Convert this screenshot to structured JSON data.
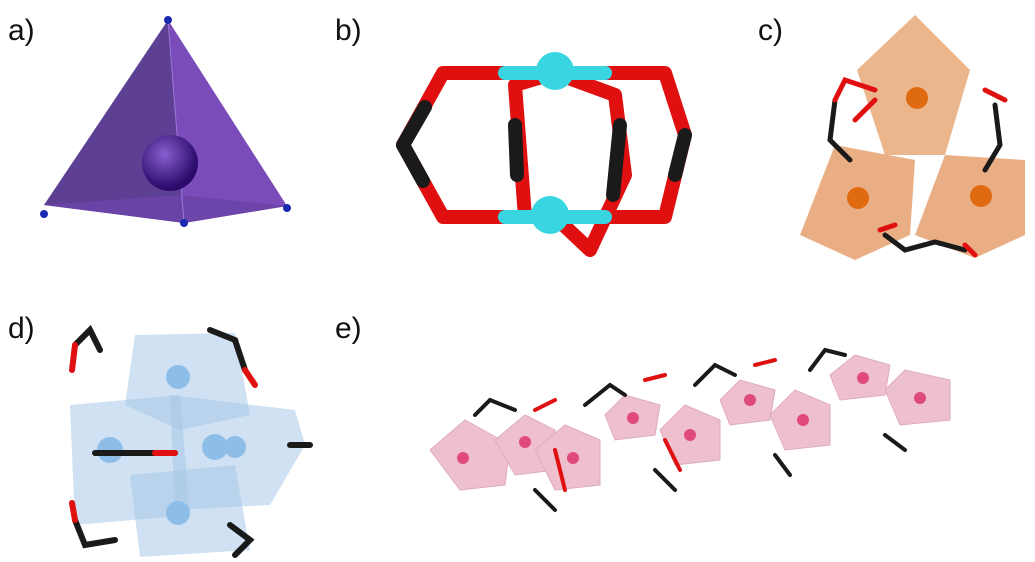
{
  "panels": [
    {
      "label": "a)",
      "depiction": "tetrahedron-with-central-atom",
      "color": "#6a3fa8"
    },
    {
      "label": "b)",
      "depiction": "dinuclear-cage-ball-and-stick",
      "color": "#39d5e0"
    },
    {
      "label": "c)",
      "depiction": "three-octahedra-bridged-by-carboxylates",
      "color": "#e9a978"
    },
    {
      "label": "d)",
      "depiction": "polyhedral-cluster-blue",
      "color": "#a8c8e8"
    },
    {
      "label": "e)",
      "depiction": "helical-chain-of-octahedra",
      "color": "#e8a6b8"
    }
  ],
  "colors": {
    "oxygen": "#e01010",
    "carbon": "#1a1a1a",
    "background": "#ffffff"
  }
}
